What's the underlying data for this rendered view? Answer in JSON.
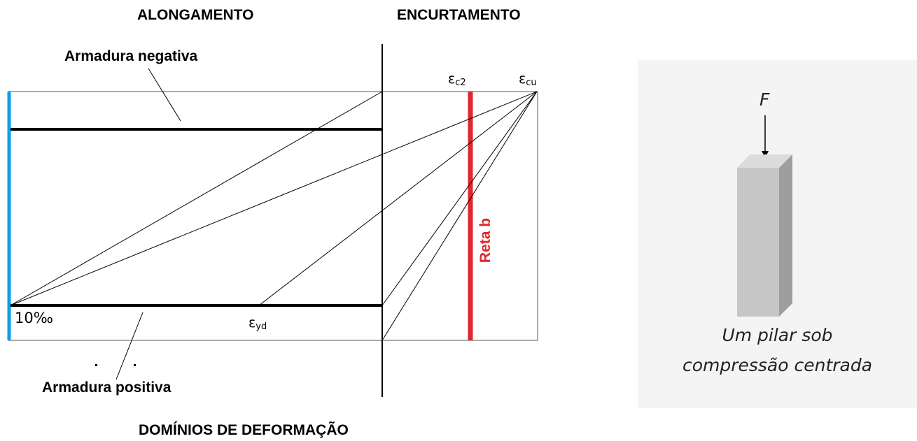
{
  "headers": {
    "alongamento": "ALONGAMENTO",
    "encurtamento": "ENCURTAMENTO",
    "title": "DOMÍNIOS DE DEFORMAÇÃO"
  },
  "labels": {
    "armadura_negativa": "Armadura negativa",
    "armadura_positiva": "Armadura positiva",
    "ten_permil": "10‰",
    "reta_b": "Reta b"
  },
  "strain_symbols": {
    "eps_c2_base": "ε",
    "eps_c2_sub": "c2",
    "eps_cu_base": "ε",
    "eps_cu_sub": "cu",
    "eps_yd_base": "ε",
    "eps_yd_sub": "yd"
  },
  "pillar": {
    "force": "F",
    "caption_line1": "Um pilar sob",
    "caption_line2": "compressão centrada"
  },
  "colors": {
    "blue_line": "#0aa0e6",
    "reta_b": "#e1262d",
    "panel_bg": "#f4f4f4",
    "pillar_front": "#c6c6c6",
    "pillar_top": "#dcdcdc",
    "pillar_side": "#9e9e9e"
  }
}
